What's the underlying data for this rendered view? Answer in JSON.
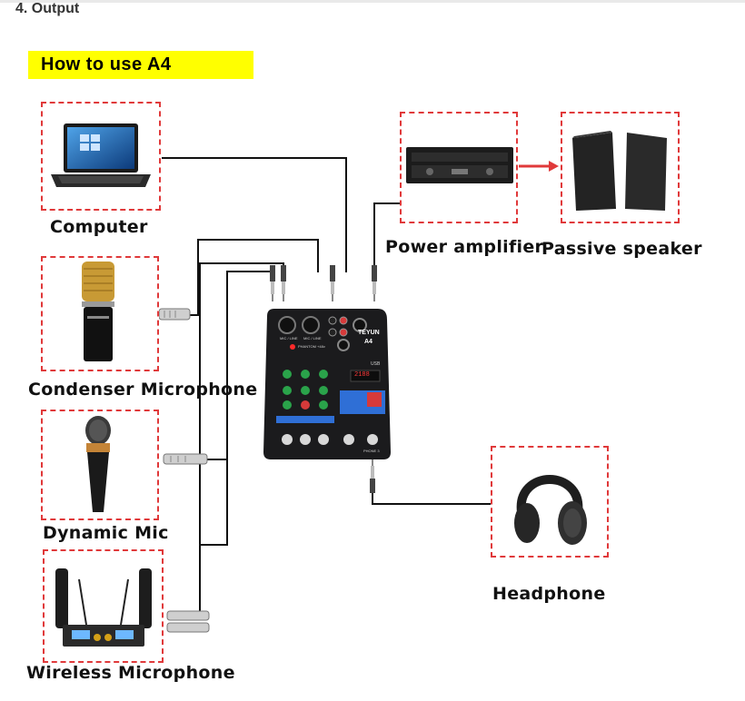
{
  "page": {
    "heading": "4. Output"
  },
  "banner": {
    "title": "How to use A4"
  },
  "devices": {
    "computer": "Computer",
    "condenser_mic": "Condenser Microphone",
    "dynamic_mic": "Dynamic Mic",
    "wireless_mic": "Wireless Microphone",
    "power_amplifier": "Power amplifier",
    "passive_speaker": "Passive speaker",
    "headphone": "Headphone"
  },
  "mixer": {
    "brand": "TEYUN",
    "model": "A4",
    "display": "2188",
    "input_labels": [
      "MIC / LINE",
      "MIC / LINE"
    ],
    "phantom_label": "PHANTOM +48v",
    "usb_label": "USB",
    "output_label": "PHONE 3"
  },
  "colors": {
    "highlight": "#ffff00",
    "dashed_frame": "#e0393a",
    "arrow": "#e0393a",
    "cable": "#111111",
    "knob_green": "#2aa34a",
    "knob_red": "#d63a3a",
    "mixer_body": "#1b1b1d",
    "mixer_accent_blue": "#2f6fd6"
  }
}
